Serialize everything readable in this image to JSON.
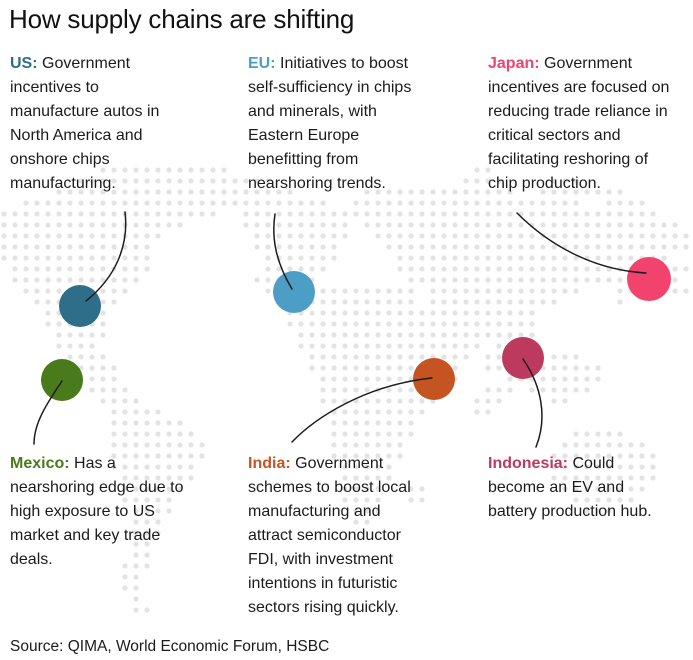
{
  "title": "How supply chains are shifting",
  "source": "Source: QIMA, World Economic Forum, HSBC",
  "map": {
    "dot_color": "#e3e3e3",
    "connector_color": "#1c1c1c"
  },
  "regions": [
    {
      "name": "US",
      "label": "US:",
      "description": "Government incentives to manufacture autos in North America and onshore chips manufacturing.",
      "color": "#2f6e88"
    },
    {
      "name": "EU",
      "label": "EU:",
      "description": "Initiatives to boost self-sufficiency in chips and minerals, with Eastern Europe benefitting from nearshoring trends.",
      "color": "#4d9ec7"
    },
    {
      "name": "Japan",
      "label": "Japan:",
      "description": "Government incentives are focused on reducing trade reliance in critical sectors and facilitating reshoring of chip production.",
      "color": "#f2436e"
    },
    {
      "name": "Mexico",
      "label": "Mexico:",
      "description": "Has a nearshoring edge due to high exposure to US market and key trade deals.",
      "color": "#497a1b"
    },
    {
      "name": "India",
      "label": "India:",
      "description": "Government schemes to boost local manufacturing and attract semiconductor FDI, with investment intentions in futuristic sectors rising quickly.",
      "color": "#c65422"
    },
    {
      "name": "Indonesia",
      "label": "Indonesia:",
      "description": "Could become an EV and battery production hub.",
      "color": "#bc3a5e"
    }
  ]
}
